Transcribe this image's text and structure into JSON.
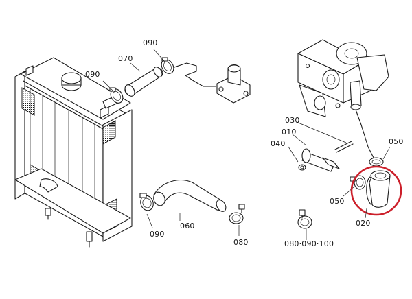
{
  "labels": {
    "p090_top": "090",
    "p070": "070",
    "p090_left": "090",
    "p030": "030",
    "p010": "010",
    "p040": "040",
    "p050_right": "050",
    "p050_lower": "050",
    "p020": "020",
    "p060": "060",
    "p090_bottom": "090",
    "p080": "080",
    "p080_090_100": "080·090·100"
  },
  "colors": {
    "line": "#1a1a1a",
    "highlight": "#cc1f2a",
    "background": "#ffffff"
  }
}
